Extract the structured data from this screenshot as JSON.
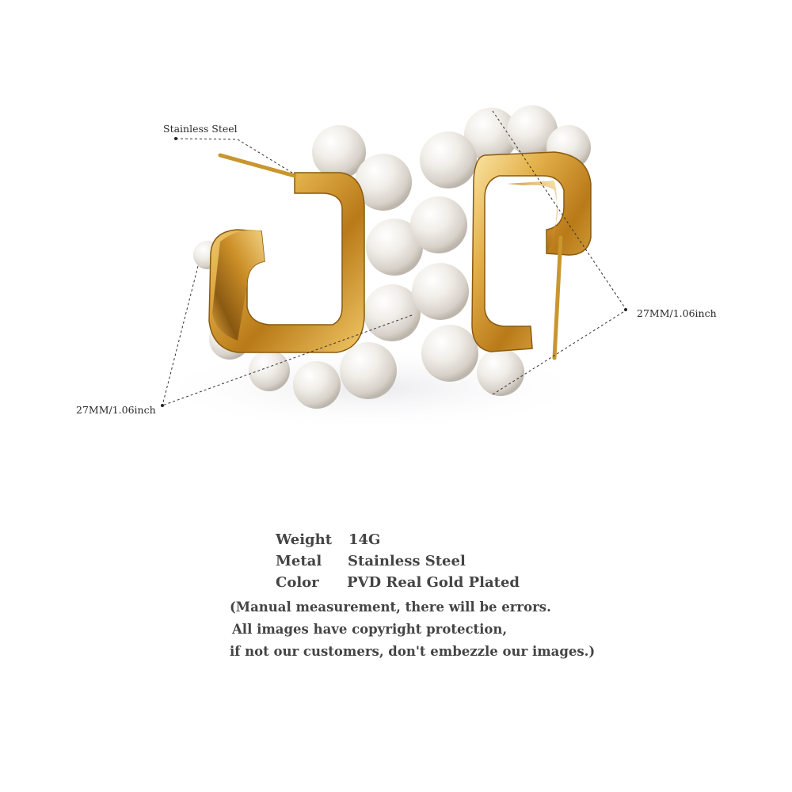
{
  "product": {
    "callouts": {
      "material": "Stainless Steel",
      "size_right": "27MM/1.06inch",
      "size_left": "27MM/1.06inch"
    },
    "colors": {
      "gold_light": "#f6d98a",
      "gold_mid": "#d9a63a",
      "gold_dark": "#8a5a10",
      "pearl": "#f4f1ec",
      "background": "#ffffff"
    }
  },
  "specs": {
    "weight_label": "Weight",
    "weight_value": "14G",
    "metal_label": "Metal",
    "metal_value": "Stainless Steel",
    "color_label": "Color",
    "color_value": "PVD Real Gold Plated"
  },
  "notice": {
    "line1": "(Manual measurement, there will be errors.",
    "line2": "All images have copyright protection,",
    "line3": "if not our customers, don't embezzle our images.)"
  }
}
